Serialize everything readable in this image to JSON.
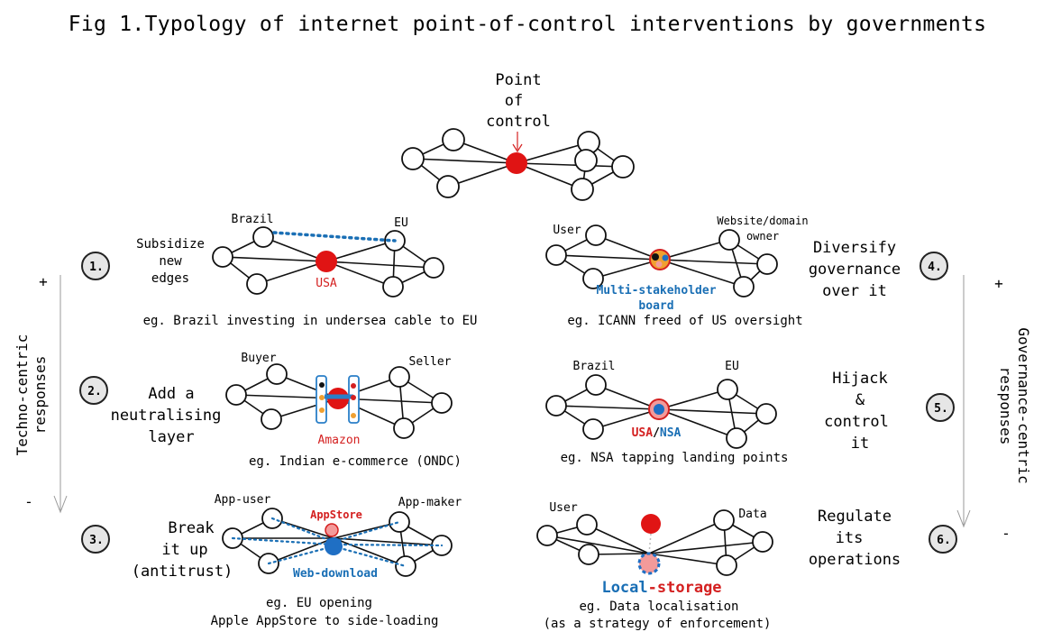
{
  "title": "Fig 1.Typology of internet point-of-control interventions by governments",
  "top": {
    "label_lines": [
      "Point",
      "of",
      "control"
    ]
  },
  "left_axis": {
    "lines": [
      "Techno-centric",
      "responses"
    ],
    "plus": "+",
    "minus": "-"
  },
  "right_axis": {
    "lines": [
      "Governance-centric",
      "responses"
    ],
    "plus": "+",
    "minus": "-"
  },
  "panels": [
    {
      "number": "1.",
      "action_lines": [
        "Subsidize",
        "new",
        "edges"
      ],
      "labels": {
        "left": "Brazil",
        "right": "EU",
        "center": "USA"
      },
      "example": [
        "eg. Brazil investing in undersea cable to EU"
      ]
    },
    {
      "number": "2.",
      "action_lines": [
        "Add a",
        "neutralising",
        "layer"
      ],
      "labels": {
        "left": "Buyer",
        "right": "Seller",
        "center": "Amazon"
      },
      "example": [
        "eg. Indian e-commerce (ONDC)"
      ]
    },
    {
      "number": "3.",
      "action_lines": [
        "Break",
        "it up",
        "(antitrust)"
      ],
      "labels": {
        "left": "App-user",
        "right": "App-maker",
        "center_top": "AppStore",
        "center_bottom": "Web-download"
      },
      "example": [
        "eg. EU opening",
        "Apple AppStore to side-loading"
      ]
    },
    {
      "number": "4.",
      "action_lines": [
        "Diversify",
        "governance",
        "over it"
      ],
      "labels": {
        "left": "User",
        "right_lines": [
          "Website/domain",
          "owner"
        ],
        "center_lines": [
          "Multi-stakeholder",
          "board"
        ]
      },
      "example": [
        "eg. ICANN freed of US oversight"
      ]
    },
    {
      "number": "5.",
      "action_lines": [
        "Hijack",
        "&",
        "control",
        "it"
      ],
      "labels": {
        "left": "Brazil",
        "right": "EU",
        "center_a": "USA",
        "center_sep": "/",
        "center_b": "NSA"
      },
      "example": [
        "eg. NSA tapping landing points"
      ]
    },
    {
      "number": "6.",
      "action_lines": [
        "Regulate",
        "its",
        "operations"
      ],
      "labels": {
        "left": "User",
        "right": "Data",
        "center_a": "Local",
        "center_sep": "-",
        "center_b": "storage"
      },
      "example": [
        "eg. Data localisation",
        "(as a strategy of enforcement)"
      ]
    }
  ],
  "colors": {
    "control_red": "#e01414",
    "label_red": "#d42020",
    "label_blue": "#1a6fb5",
    "node_blue": "#1f6fc4",
    "pink": "#f39a9a",
    "orange": "#f0a030",
    "frame_blue": "#2a7fc8"
  }
}
